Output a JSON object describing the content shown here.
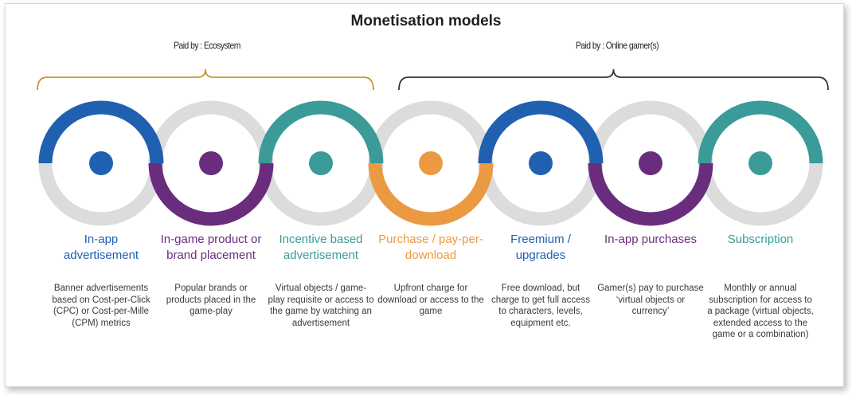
{
  "title": "Monetisation models",
  "groups": [
    {
      "label": "Paid by : Ecosystem",
      "color": "#c8962e"
    },
    {
      "label": "Paid by : Online gamer(s)",
      "color": "#2c3b2c"
    }
  ],
  "colors": {
    "blue": "#2060b0",
    "purple": "#6a2d7e",
    "teal": "#3a9b98",
    "orange": "#ec9a42",
    "gray": "#dcdcdc"
  },
  "models": [
    {
      "name": "In-app advertisement",
      "desc": "Banner advertisements based on Cost-per-Click (CPC) or Cost-per-Mille (CPM) metrics",
      "color": "#2060b0",
      "ring": "top"
    },
    {
      "name": "In-game product or brand placement",
      "desc": "Popular brands or products placed in the game-play",
      "color": "#6a2d7e",
      "ring": "bottom"
    },
    {
      "name": "Incentive based advertisement",
      "desc": "Virtual objects / game-play requisite or access to the game by watching an advertisement",
      "color": "#3a9b98",
      "ring": "top"
    },
    {
      "name": "Purchase / pay-per-download",
      "desc": "Upfront charge for download or access to the game",
      "color": "#ec9a42",
      "ring": "bottom"
    },
    {
      "name": "Freemium / upgrades",
      "desc": "Free download, but charge to get full access to characters, levels, equipment etc.",
      "color": "#2060b0",
      "ring": "top"
    },
    {
      "name": "In-app purchases",
      "desc": "Gamer(s) pay to purchase ‘virtual objects or currency’",
      "color": "#6a2d7e",
      "ring": "bottom"
    },
    {
      "name": "Subscription",
      "desc": "Monthly or annual subscription for access to a package (virtual objects, extended access to the game or a combination)",
      "color": "#3a9b98",
      "ring": "top"
    }
  ]
}
